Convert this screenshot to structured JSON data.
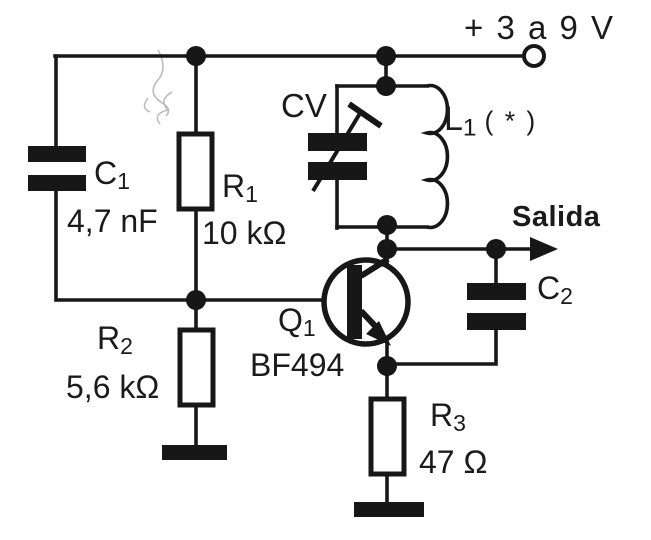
{
  "power_rail": {
    "label": "+ 3 a 9 V"
  },
  "output": {
    "label": "Salida"
  },
  "components": {
    "c1": {
      "ref": "C",
      "sub": "1",
      "value": "4,7 nF"
    },
    "r1": {
      "ref": "R",
      "sub": "1",
      "value": "10 kΩ"
    },
    "r2": {
      "ref": "R",
      "sub": "2",
      "value": "5,6 kΩ"
    },
    "r3": {
      "ref": "R",
      "sub": "3",
      "value": "47 Ω"
    },
    "c2": {
      "ref": "C",
      "sub": "2"
    },
    "cv": {
      "ref": "CV"
    },
    "l1": {
      "ref": "L",
      "sub": "1",
      "note": "( * )"
    },
    "q1": {
      "ref": "Q",
      "sub": "1",
      "part": "BF494"
    }
  },
  "colors": {
    "ink": "#171717",
    "background": "#ffffff",
    "artifact": "#bdbdbd"
  }
}
